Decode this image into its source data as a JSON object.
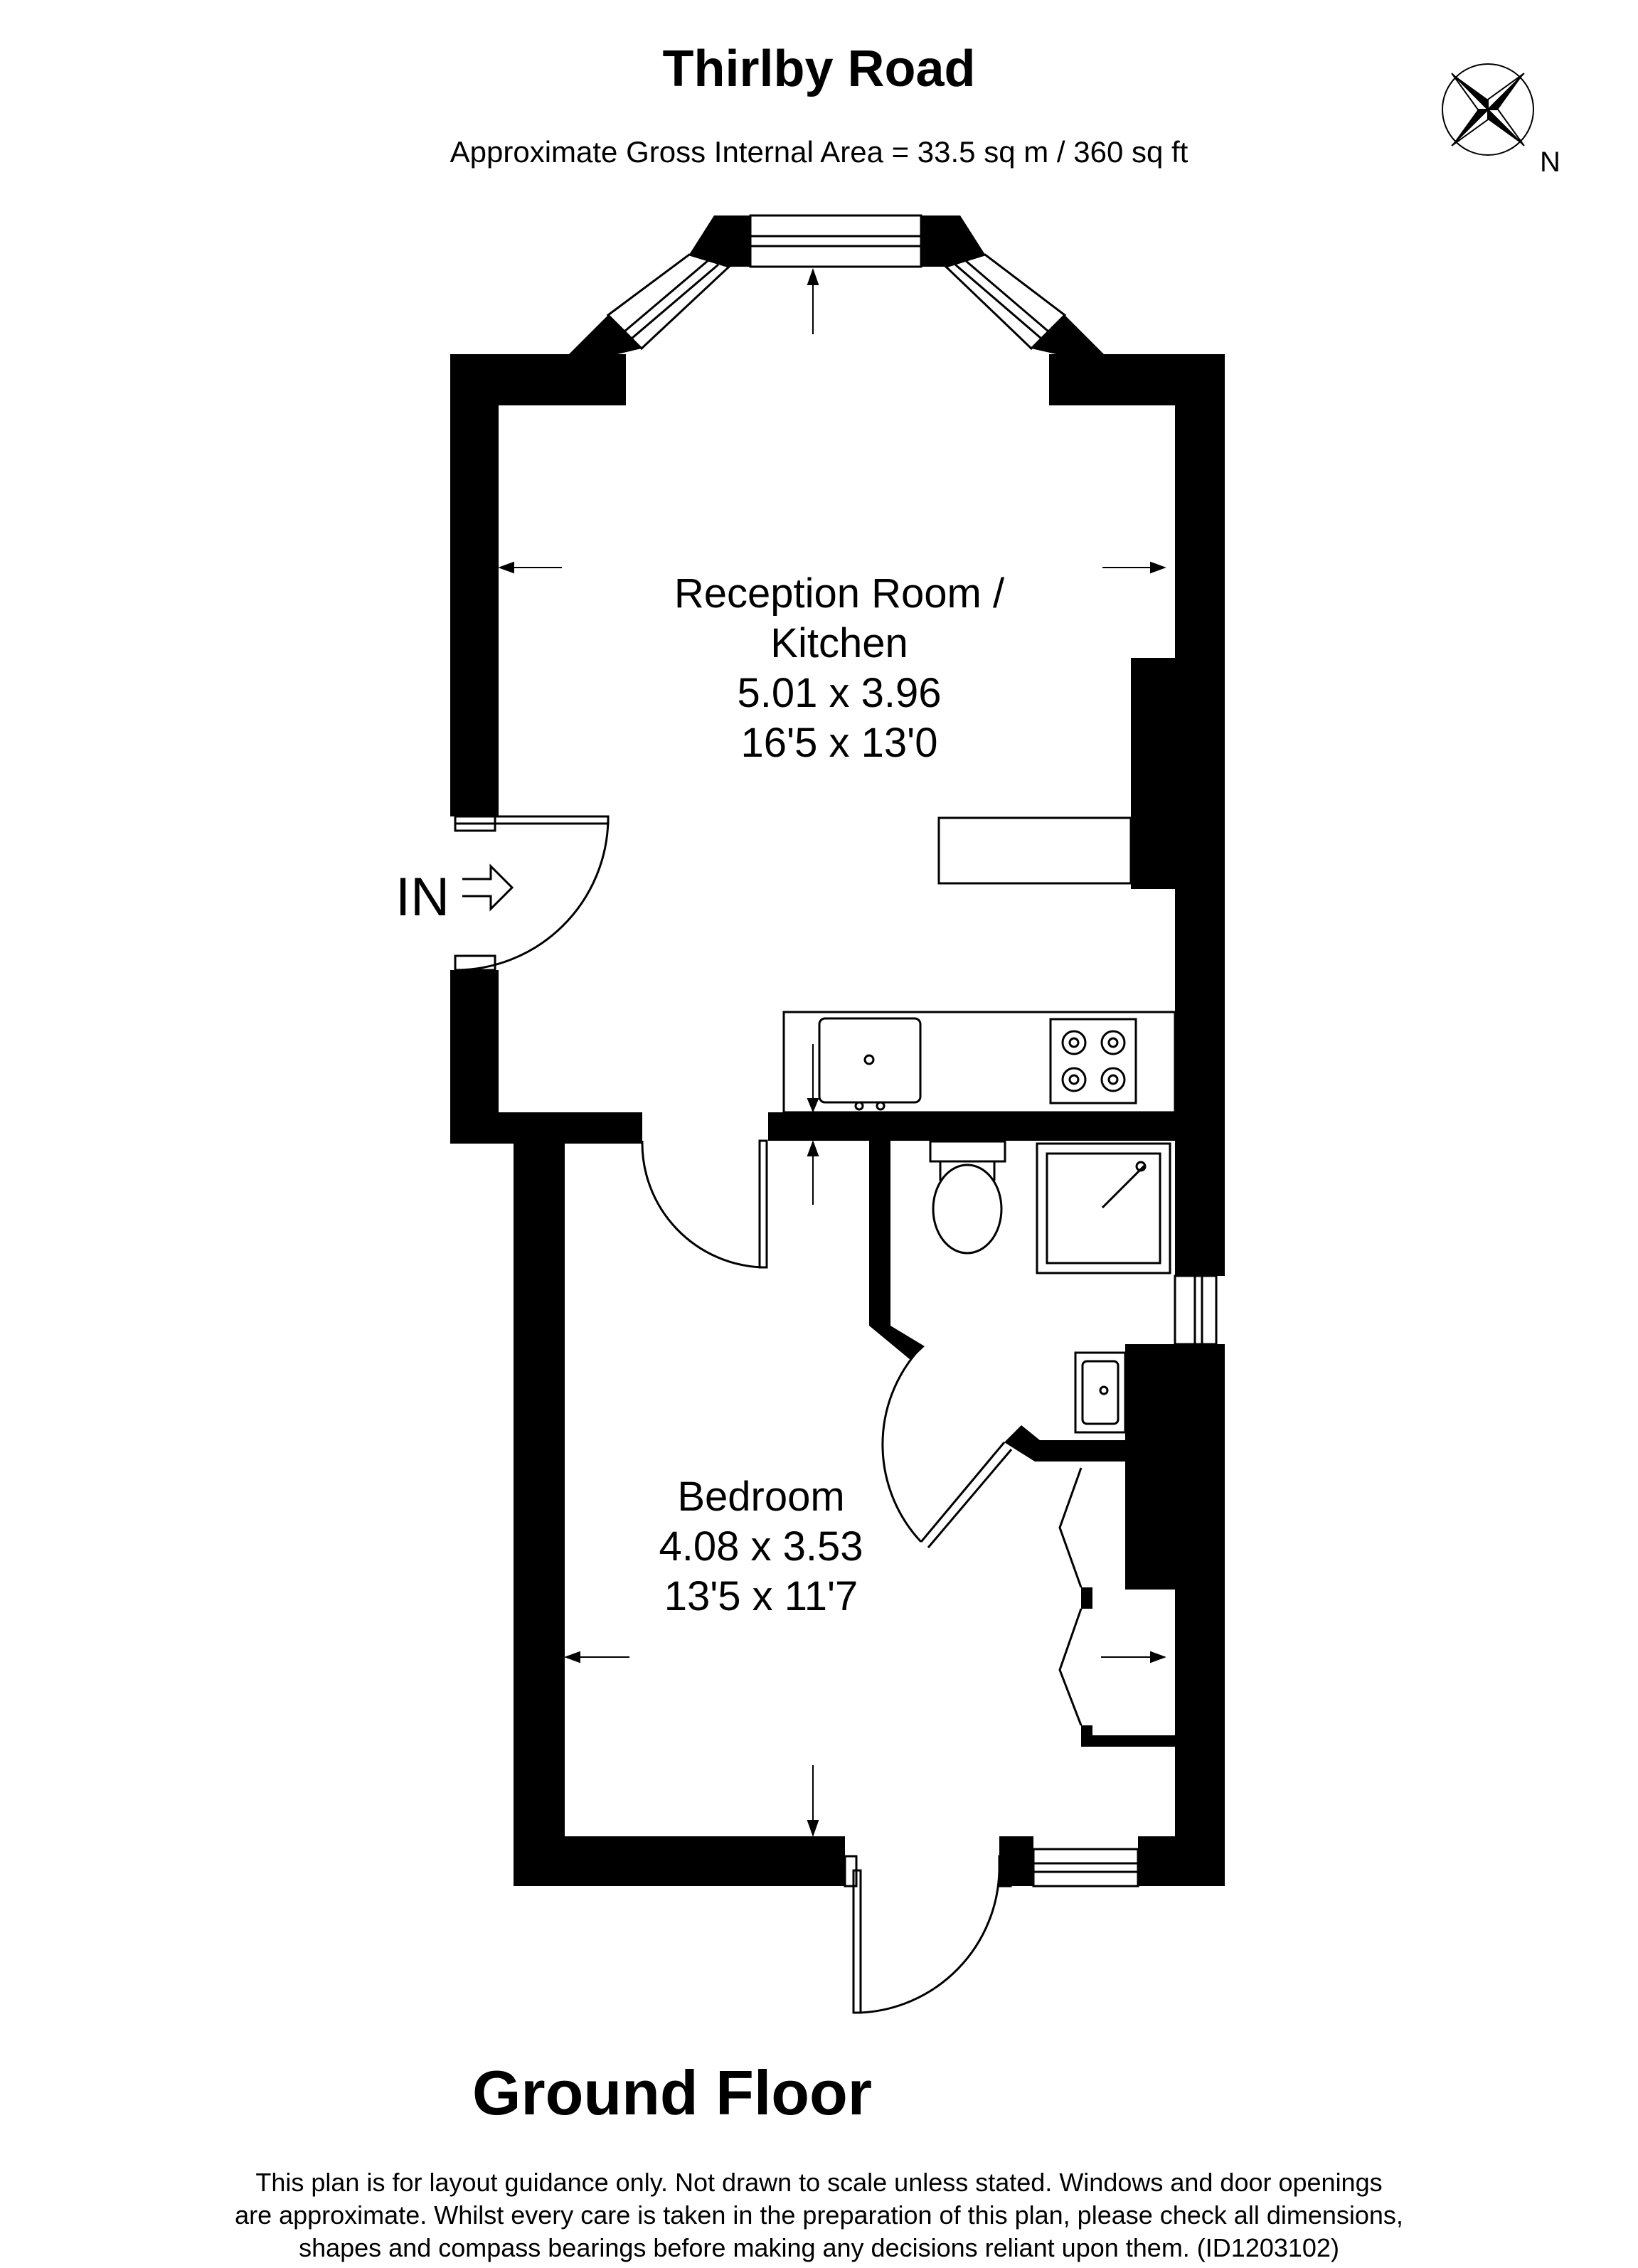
{
  "header": {
    "title": "Thirlby Road",
    "area": "Approximate Gross Internal Area = 33.5 sq m / 360 sq ft"
  },
  "compass": {
    "label": "N"
  },
  "rooms": [
    {
      "name_line1": "Reception Room /",
      "name_line2": "Kitchen",
      "metric": "5.01 x 3.96",
      "imperial": "16'5 x 13'0"
    },
    {
      "name_line1": "Bedroom",
      "name_line2": "",
      "metric": "4.08 x 3.53",
      "imperial": "13'5 x 11'7"
    }
  ],
  "entrance": {
    "label": "IN"
  },
  "floor": {
    "name": "Ground Floor"
  },
  "disclaimer": {
    "line1": "This plan is for layout guidance only. Not drawn to scale unless stated. Windows and door openings",
    "line2": "are approximate. Whilst every care is taken in the preparation of this plan, please check all dimensions,",
    "line3": "shapes and compass bearings before making any decisions reliant upon them. (ID1203102)"
  },
  "colors": {
    "wall": "#000000",
    "background": "#ffffff",
    "line": "#000000"
  }
}
